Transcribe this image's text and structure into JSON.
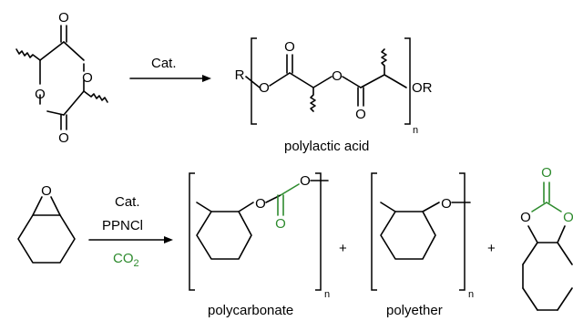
{
  "top_reaction": {
    "catalyst": "Cat.",
    "product_name": "polylactic acid",
    "atoms": {
      "O": "O",
      "R": "R",
      "OR": "OR"
    },
    "repeat_subscript": "n"
  },
  "bottom_reaction": {
    "catalyst": "Cat.",
    "cocatalyst": "PPNCl",
    "co2_main": "CO",
    "co2_sub": "2",
    "plus": "+",
    "product_1": "polycarbonate",
    "product_2": "polyether",
    "repeat_subscript": "n",
    "atoms": {
      "O": "O"
    }
  },
  "colors": {
    "co2_green": "#2e8b2e",
    "ink": "#000000"
  }
}
